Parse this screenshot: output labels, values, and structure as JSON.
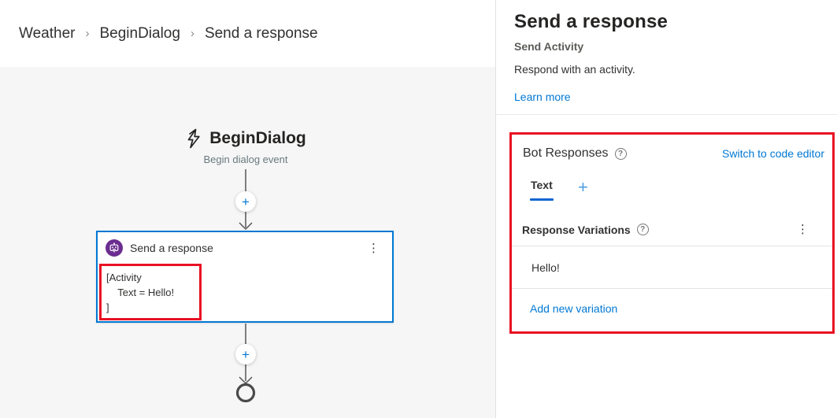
{
  "breadcrumb": {
    "separator": "›",
    "items": [
      {
        "label": "Weather"
      },
      {
        "label": "BeginDialog"
      },
      {
        "label": "Send a response"
      }
    ]
  },
  "flow": {
    "trigger": {
      "title": "BeginDialog",
      "subtitle": "Begin dialog event"
    },
    "node": {
      "title": "Send a response",
      "code": "[Activity\n    Text = Hello!\n]"
    },
    "add_button_glyph": "+",
    "kebab_glyph": "⋮"
  },
  "panel": {
    "title": "Send a response",
    "subtitle": "Send Activity",
    "description": "Respond with an activity.",
    "learn_more_label": "Learn more",
    "bot_responses": {
      "label": "Bot Responses",
      "help_glyph": "?",
      "switch_link_label": "Switch to code editor",
      "active_tab_label": "Text",
      "add_tab_glyph": "+",
      "variations": {
        "label": "Response Variations",
        "help_glyph": "?",
        "kebab_glyph": "⋮",
        "items": [
          "Hello!"
        ],
        "add_link_label": "Add new variation"
      }
    }
  },
  "colors": {
    "accent_blue": "#0078d4",
    "highlight_red": "#e81123",
    "node_icon_purple": "#6b2d90",
    "canvas_bg": "#f6f6f6"
  }
}
